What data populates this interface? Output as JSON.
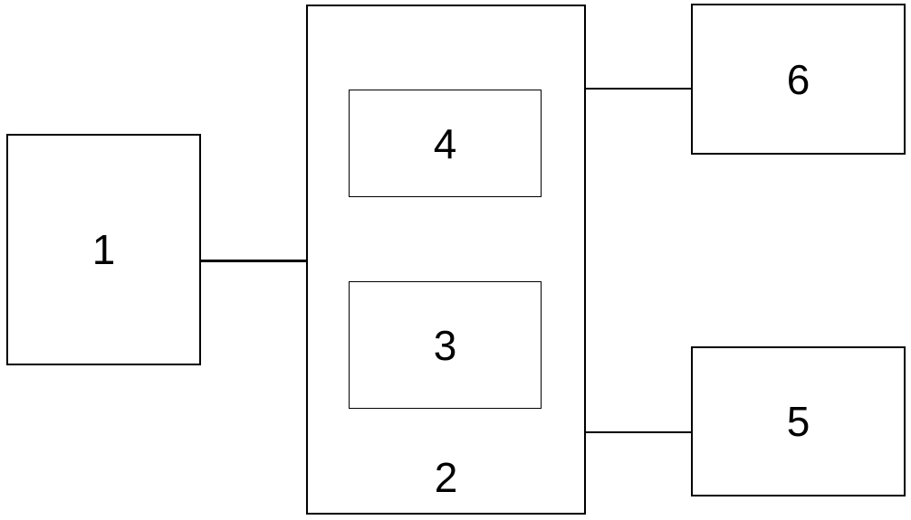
{
  "diagram": {
    "type": "block-diagram",
    "background_color": "#ffffff",
    "line_color": "#000000",
    "blocks": [
      {
        "id": "1",
        "label": "1",
        "position": "left"
      },
      {
        "id": "2",
        "label": "2",
        "position": "center-container"
      },
      {
        "id": "3",
        "label": "3",
        "position": "inside-2-lower"
      },
      {
        "id": "4",
        "label": "4",
        "position": "inside-2-upper"
      },
      {
        "id": "5",
        "label": "5",
        "position": "right-bottom"
      },
      {
        "id": "6",
        "label": "6",
        "position": "right-top"
      }
    ],
    "connections": [
      {
        "from": "1",
        "to": "2"
      },
      {
        "from": "2",
        "to": "6"
      },
      {
        "from": "2",
        "to": "5"
      }
    ]
  }
}
